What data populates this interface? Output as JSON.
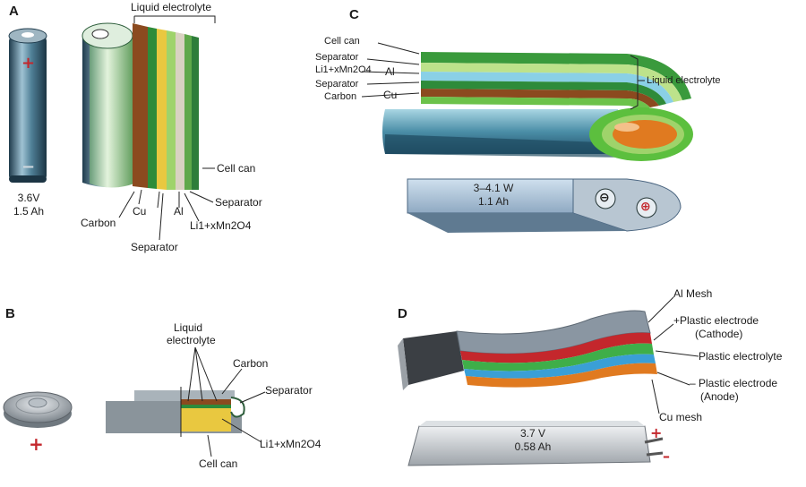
{
  "panels": {
    "a": "A",
    "b": "B",
    "c": "C",
    "d": "D"
  },
  "panel_a": {
    "top_label": "Liquid electrolyte",
    "cell_voltage": "3.6V",
    "cell_capacity": "1.5 Ah",
    "plus": "+",
    "minus": "−",
    "cell_can": "Cell can",
    "separator_right": "Separator",
    "cu": "Cu",
    "al": "Al",
    "carbon": "Carbon",
    "cathode_formula": "Li1+xMn2O4",
    "separator_bottom": "Separator"
  },
  "panel_b": {
    "liquid_electrolyte_1": "Liquid",
    "liquid_electrolyte_2": "electrolyte",
    "carbon": "Carbon",
    "separator": "Separator",
    "cathode_formula": "Li1+xMn2O4",
    "cell_can": "Cell can",
    "plus": "+"
  },
  "panel_c": {
    "cell_can": "Cell can",
    "separator_1": "Separator",
    "cathode_formula": "Li1+xMn2O4",
    "al": "Al",
    "separator_2": "Separator",
    "carbon": "Carbon",
    "cu": "Cu",
    "liquid_electrolyte": "Liquid electrolyte",
    "cell_voltage": "3–4.1 W",
    "cell_capacity": "1.1 Ah",
    "minus": "⊖",
    "plus": "⊕"
  },
  "panel_d": {
    "al_mesh": "Al Mesh",
    "plastic_electrode_cathode_1": "+Plastic electrode",
    "plastic_electrode_cathode_2": "(Cathode)",
    "plastic_electrolyte": "Plastic electrolyte",
    "plastic_electrode_anode_1": "– Plastic electrode",
    "plastic_electrode_anode_2": "(Anode)",
    "cu_mesh": "Cu mesh",
    "cell_voltage": "3.7 V",
    "cell_capacity": "0.58 Ah",
    "plus": "+",
    "minus": "–"
  },
  "colors": {
    "separator_green": "#2e8b3a",
    "electrolyte_lightgreen": "#9fd36b",
    "copper_brown": "#8b4a1f",
    "cathode_yellow": "#e9c840",
    "can_blue": "#3d6f86",
    "cathode_orange": "#e07a20",
    "anode_red": "#c4272c",
    "pouch_grey": "#c9cdd2"
  }
}
